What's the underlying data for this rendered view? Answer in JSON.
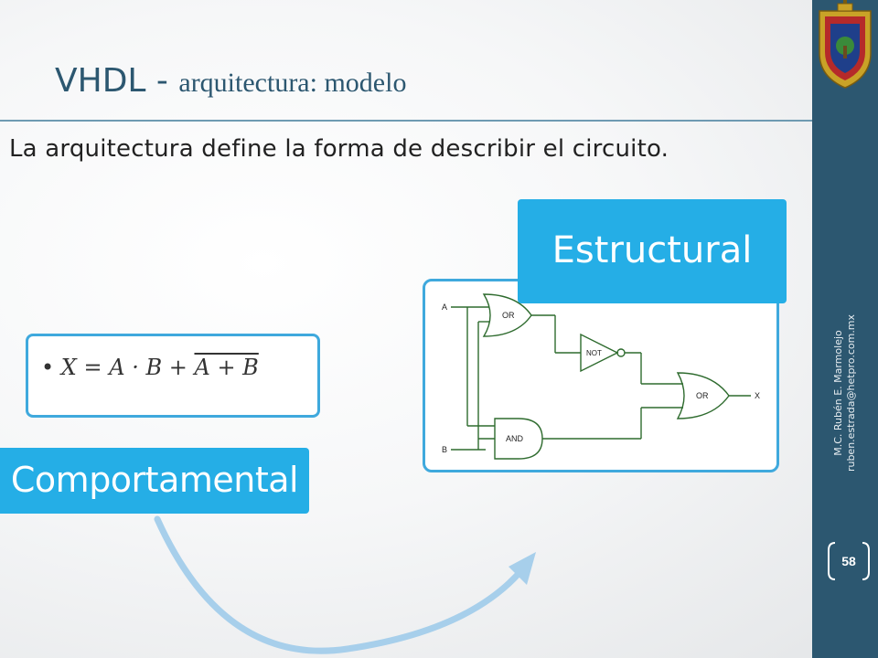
{
  "title": {
    "main": "VHDL",
    "separator": " - ",
    "subtitle": "arquitectura: modelo"
  },
  "body_text": "La arquitectura define la forma de describir el circuito.",
  "formula": {
    "bullet": "•",
    "lhs": "X",
    "rhs_part1": " = A · B + ",
    "rhs_overline": "A + B"
  },
  "labels": {
    "behavioral": "Comportamental",
    "structural": "Estructural"
  },
  "circuit": {
    "input_a": "A",
    "input_b": "B",
    "output": "X",
    "gates": {
      "or1": "OR",
      "not": "NOT",
      "and": "AND",
      "or2": "OR"
    }
  },
  "sidebar": {
    "author": "M.C. Rubén E. Marmolejo",
    "email": "ruben.estrada@hetpro.com.mx",
    "page_number": "58"
  },
  "colors": {
    "accent": "#25aee6",
    "sidebar": "#2c5770",
    "box_border": "#3fa9dd",
    "circuit_line": "#2e6b2e"
  }
}
